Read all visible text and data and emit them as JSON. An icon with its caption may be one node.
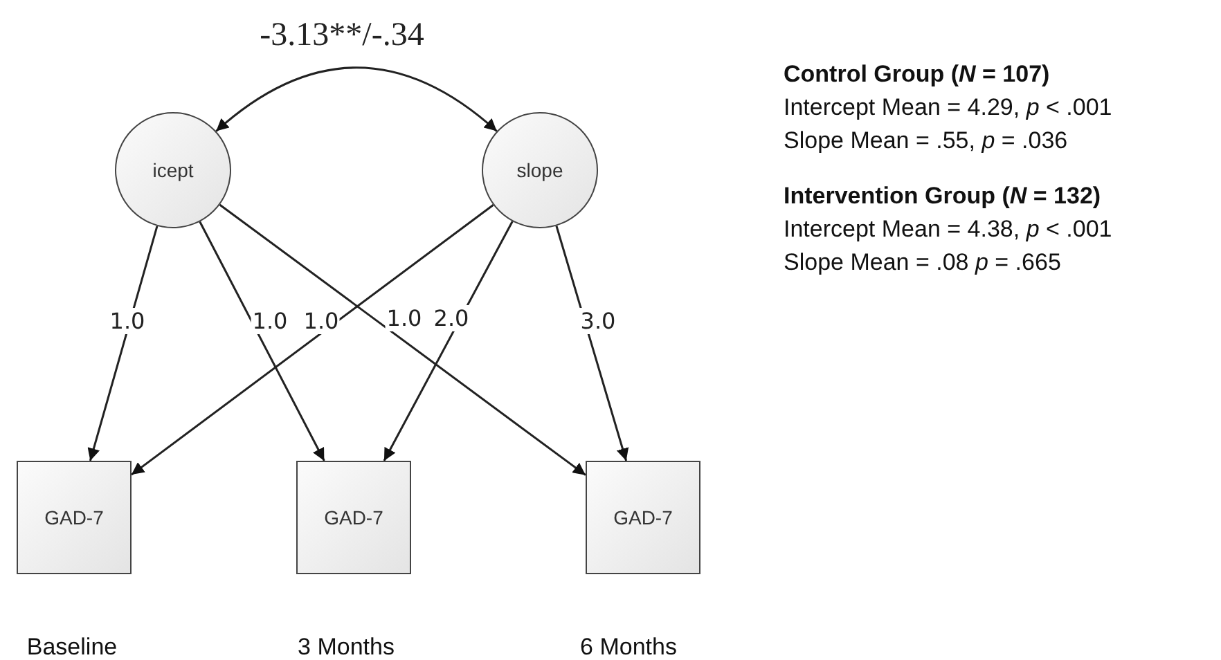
{
  "diagram": {
    "nodes": [
      {
        "text": [
          "icept"
        ]
      },
      {
        "text": [
          "slope"
        ]
      },
      {
        "text": [
          "GAD-7"
        ],
        "beside": [
          "Baseline"
        ]
      },
      {
        "text": [
          "GAD-7"
        ],
        "beside": [
          "3 Months"
        ]
      },
      {
        "text": [
          "GAD-7"
        ],
        "beside": [
          "6 Months"
        ]
      }
    ],
    "edges": [
      {
        "from": 0,
        "to": 1,
        "arrow": "both",
        "label": "-3.13**/-.34"
      },
      {
        "from": 0,
        "to": 2,
        "arrow": "to",
        "label": "1.0"
      },
      {
        "from": 0,
        "to": 3,
        "arrow": "to",
        "label": "1.0"
      },
      {
        "from": 1,
        "to": 2,
        "arrow": "to",
        "label": "1.0"
      },
      {
        "from": 0,
        "to": 4,
        "arrow": "to",
        "label": "1.0"
      },
      {
        "from": 1,
        "to": 3,
        "arrow": "to",
        "label": "2.0"
      },
      {
        "from": 1,
        "to": 4,
        "arrow": "to",
        "label": "3.0"
      }
    ],
    "labels": [
      "Control Group (*N* = 107)",
      "Intercept Mean = 4.29, *p* < .001",
      "Slope Mean = .55, *p* = .036",
      "Intervention Group (*N* = 132)",
      "Intercept Mean = 4.38, *p* < .001",
      "Slope Mean = .08 *p* = .665"
    ]
  }
}
